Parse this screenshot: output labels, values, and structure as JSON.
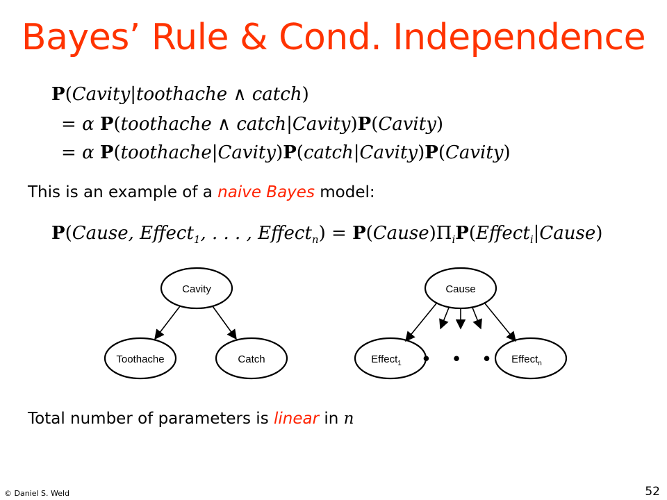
{
  "colors": {
    "title": "#ff3300",
    "highlight": "#ff2200"
  },
  "slide": {
    "title": "Bayes’ Rule & Cond. Independence",
    "equations": {
      "line1": "P(Cavity|toothache ∧ catch)",
      "line2": "= α P(toothache ∧ catch|Cavity)P(Cavity)",
      "line3": "= α P(toothache|Cavity)P(catch|Cavity)P(Cavity)",
      "model": "P(Cause, Effect1, . . . , Effectn) = P(Cause)Πi P(Effecti|Cause)"
    },
    "naive_sentence": {
      "pre": "This is an example of a ",
      "highlight": "naive Bayes",
      "post": " model:"
    },
    "params_sentence": {
      "pre": "Total number of parameters is ",
      "highlight": "linear",
      "mid": " in ",
      "var": "n"
    },
    "diagram_left": {
      "root": "Cavity",
      "child1": "Toothache",
      "child2": "Catch"
    },
    "diagram_right": {
      "root": "Cause",
      "child1": "Effect",
      "child1_sub": "1",
      "ellipsis": "• • •",
      "child2": "Effect",
      "child2_sub": "n"
    },
    "footer": {
      "copyright": "© Daniel S. Weld",
      "page": "52"
    }
  }
}
